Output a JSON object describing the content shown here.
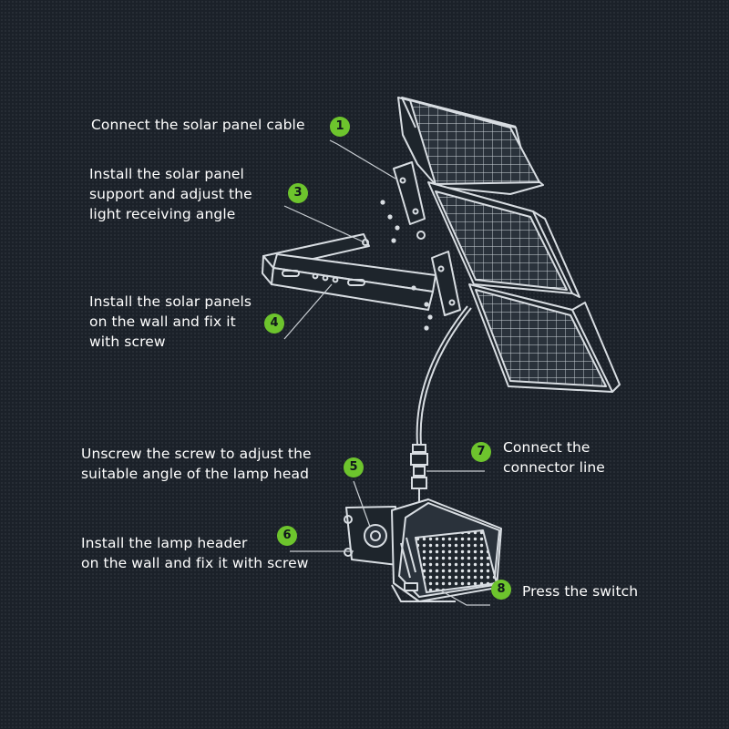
{
  "accent_color": "#6dc42d",
  "background_color": "#1b2129",
  "line_color": "#d8dde2",
  "steps": [
    {
      "number": "1",
      "text": "Connect the solar panel cable"
    },
    {
      "number": "3",
      "text": "Install the solar panel\nsupport and adjust the\nlight receiving angle"
    },
    {
      "number": "4",
      "text": "Install the solar panels\non the wall and fix it\nwith screw"
    },
    {
      "number": "5",
      "text": "Unscrew the screw to adjust the\nsuitable angle of the lamp head"
    },
    {
      "number": "6",
      "text": "Install the lamp header\n on the wall and fix it with screw"
    },
    {
      "number": "7",
      "text": "Connect the\nconnector line"
    },
    {
      "number": "8",
      "text": "Press the switch"
    }
  ]
}
